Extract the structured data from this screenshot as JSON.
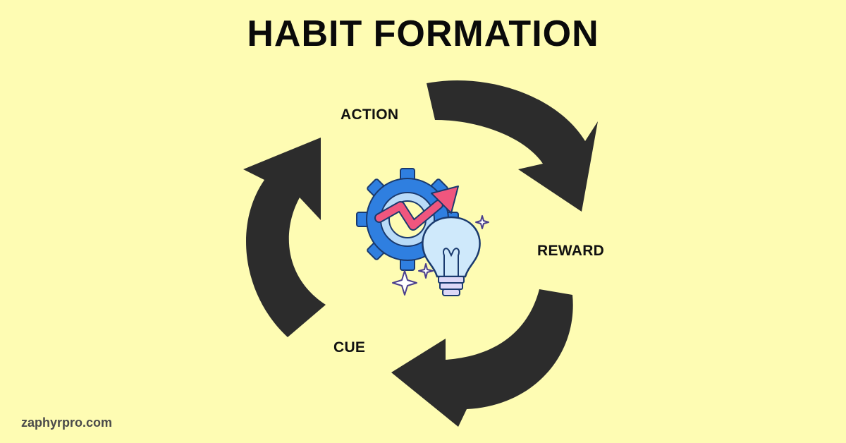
{
  "title": "HABIT FORMATION",
  "steps": [
    {
      "label": "ACTION"
    },
    {
      "label": "REWARD"
    },
    {
      "label": "CUE"
    }
  ],
  "footer": "zaphyrpro.com",
  "center_icon": "gear-lightbulb-growth-icon",
  "colors": {
    "background": "#fefcb3",
    "arrow": "#2c2c2c",
    "gear": "#2f7fe0",
    "trend_arrow": "#f0567e",
    "bulb": "#cfe9fb",
    "sparkle": "#4a3e8c"
  }
}
